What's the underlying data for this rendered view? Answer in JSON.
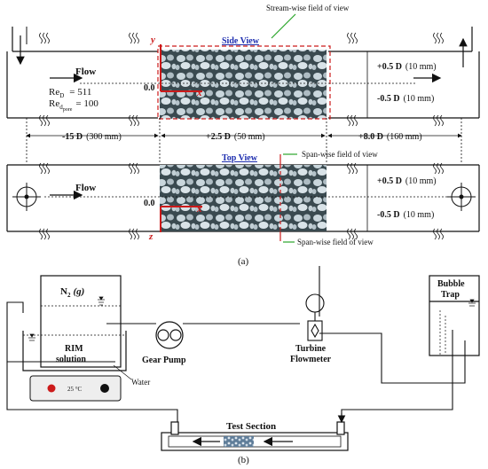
{
  "panel_a": {
    "caption": "(a)",
    "stream_wise_label": "Stream-wise field of view",
    "side_view_title": "Side View",
    "top_view_title": "Top View",
    "flow_label": "Flow",
    "re_d": "Re",
    "re_d_sub": "D",
    "re_d_value": "= 511",
    "re_pore": "Re",
    "re_pore_sub": "d",
    "re_pore_subsub": "pore",
    "re_pore_value": "= 100",
    "origin_label": "0.0",
    "axis_y": "y",
    "axis_x": "x",
    "axis_z": "z",
    "plus_half_d": "+0.5 D",
    "plus_half_d_mm": "(10 mm)",
    "minus_half_d": "-0.5 D",
    "minus_half_d_mm": "(10 mm)",
    "dim_upstream": "-15 D",
    "dim_upstream_mm": "(300 mm)",
    "dim_foam": "+2.5 D",
    "dim_foam_mm": "(50 mm)",
    "dim_downstream": "+8.0 D",
    "dim_downstream_mm": "(160 mm)",
    "span_wise_label_1": "Span-wise field of view",
    "span_wise_label_2": "Span-wise field of view"
  },
  "panel_b": {
    "caption": "(b)",
    "n2_label": "N",
    "n2_sub": "2",
    "n2_suffix": "(g)",
    "rim_label_1": "RIM",
    "rim_label_2": "solution",
    "water_label": "Water",
    "heater_temp": "25 °C",
    "gear_pump_label": "Gear Pump",
    "turbine_label_1": "Turbine",
    "turbine_label_2": "Flowmeter",
    "bubble_trap_1": "Bubble",
    "bubble_trap_2": "Trap",
    "test_section_label": "Test Section"
  },
  "colors": {
    "red_accent": "#cc1a1a",
    "blue_title": "#1f2fb0",
    "green_pointer": "#2aa52a",
    "foam_dark": "#3a4a50"
  }
}
